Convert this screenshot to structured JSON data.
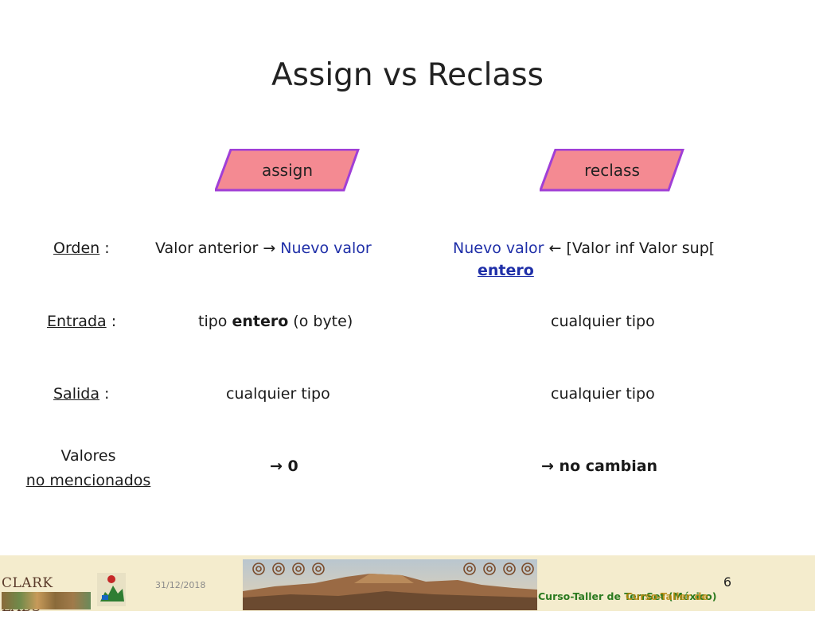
{
  "slide": {
    "title": "Assign vs Reclass",
    "shapes": {
      "assign": "assign",
      "reclass": "reclass"
    },
    "colors": {
      "shape_fill": "#f48a92",
      "shape_border": "#a03fd6",
      "blue_text": "#1f2fa8"
    }
  },
  "rows": {
    "orden": {
      "label": "Orden",
      "label_suffix": " :",
      "assign_before": "Valor anterior ",
      "assign_arrow": "→",
      "assign_new": " Nuevo valor",
      "reclass_new": "Nuevo valor ",
      "reclass_arrow": "←",
      "reclass_rest": " [Valor inf Valor sup[",
      "reclass_entero": "entero"
    },
    "entrada": {
      "label": "Entrada",
      "label_suffix": " :",
      "assign_pre": "tipo ",
      "assign_bold": "entero",
      "assign_post": " (o byte)",
      "reclass": "cualquier tipo"
    },
    "salida": {
      "label": "Salida",
      "label_suffix": " :",
      "assign": "cualquier tipo",
      "reclass": "cualquier tipo"
    },
    "valores": {
      "label_line1": "Valores",
      "label_line2_u": "no",
      "label_line2_rest": " mencionados",
      "assign_arrow": "→",
      "assign_value": " 0",
      "reclass_arrow": "→",
      "reclass_value": " no cambian"
    }
  },
  "footer": {
    "logo_text": "CLARK LABS",
    "date": "31/12/2018",
    "page_number": "6",
    "caption": "Curso-Taller de TerrSet (México)",
    "caption_overlay": "Curso-Taller de"
  }
}
